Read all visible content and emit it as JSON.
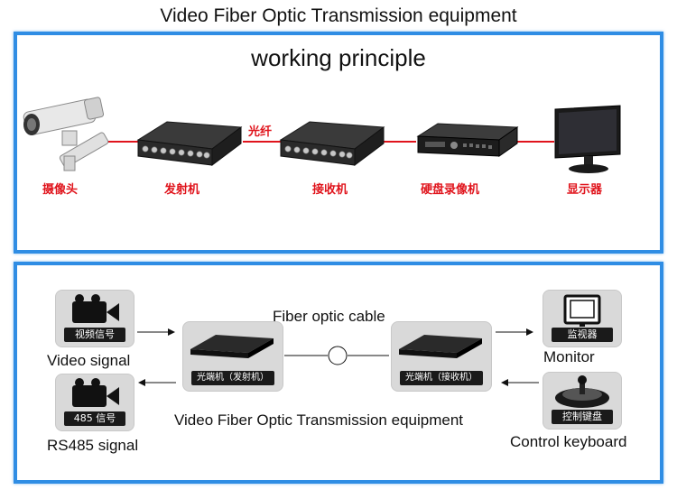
{
  "title": "Video Fiber Optic Transmission equipment",
  "top_panel": {
    "subtitle": "working principle",
    "fiber_label": "光纤",
    "devices": [
      {
        "name": "camera",
        "label": "摄像头"
      },
      {
        "name": "transmitter",
        "label": "发射机"
      },
      {
        "name": "receiver",
        "label": "接收机"
      },
      {
        "name": "dvr",
        "label": "硬盘录像机"
      },
      {
        "name": "monitor",
        "label": "显示器"
      }
    ],
    "colors": {
      "link": "#e0141c",
      "border": "#2f8de4"
    }
  },
  "bottom_panel": {
    "video_tile": "视频信号",
    "video_label": "Video signal",
    "rs485_tile": "485 信号",
    "rs485_label": "RS485 signal",
    "transmitter_caption": "光端机（发射机）",
    "receiver_caption": "光端机（接收机）",
    "fiber_label": "Fiber optic cable",
    "equipment_label": "Video Fiber Optic Transmission equipment",
    "monitor_tile": "监视器",
    "monitor_label": "Monitor",
    "keyboard_tile": "控制键盘",
    "keyboard_label": "Control keyboard"
  }
}
